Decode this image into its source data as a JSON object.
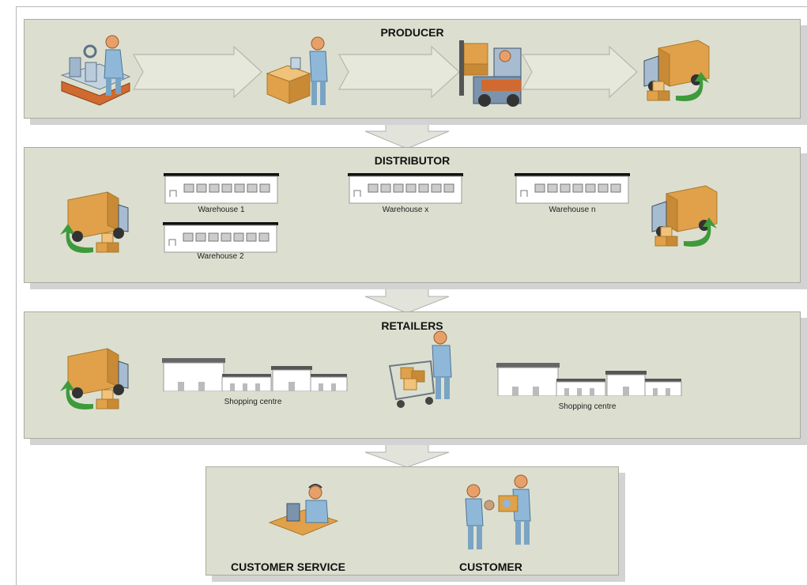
{
  "stages": {
    "producer": "PRODUCER",
    "distributor": "DISTRIBUTOR",
    "retailers": "RETAILERS"
  },
  "warehouses": [
    "Warehouse 1",
    "Warehouse x",
    "Warehouse n",
    "Warehouse 2"
  ],
  "shops": [
    "Shopping centre",
    "Shopping centre"
  ],
  "customer_area": {
    "service": "CUSTOMER SERVICE",
    "customer": "CUSTOMER"
  },
  "colors": {
    "panel": "#dcdfcf",
    "panel_border": "#a9ab9c",
    "box": "#e0a14a",
    "person": "#8fb8d8",
    "green_arrow": "#3e9a3a"
  }
}
